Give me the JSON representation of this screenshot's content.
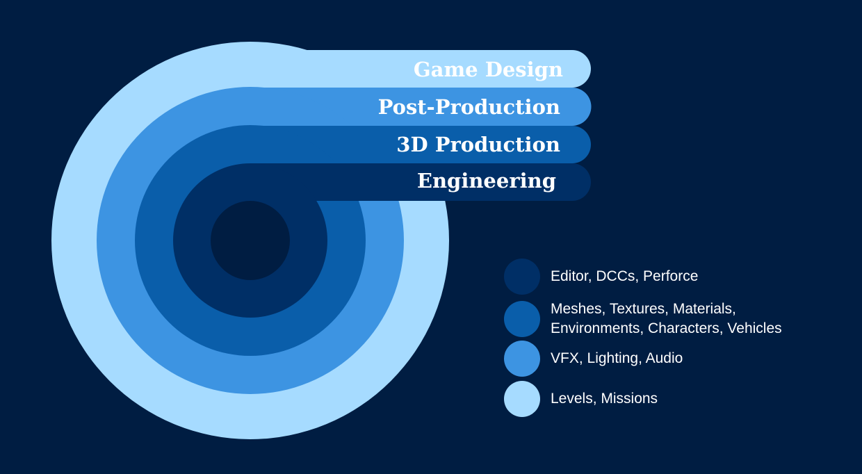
{
  "colors": {
    "background": "#001d42",
    "engineering": "#002f66",
    "production_3d": "#0a5eaa",
    "post_production": "#3d94e2",
    "game_design": "#a6dbff"
  },
  "layers": [
    {
      "id": "game-design",
      "label": "Game Design",
      "color": "#a6dbff"
    },
    {
      "id": "post-production",
      "label": "Post-Production",
      "color": "#3d94e2"
    },
    {
      "id": "3d-production",
      "label": "3D Production",
      "color": "#0a5eaa"
    },
    {
      "id": "engineering",
      "label": "Engineering",
      "color": "#002f66"
    }
  ],
  "legend": [
    {
      "label": "Editor, DCCs, Perforce",
      "color": "#002f66"
    },
    {
      "label": "Meshes, Textures, Materials,\nEnvironments, Characters, Vehicles",
      "color": "#0a5eaa"
    },
    {
      "label": "VFX, Lighting, Audio",
      "color": "#3d94e2"
    },
    {
      "label": "Levels, Missions",
      "color": "#a6dbff"
    }
  ]
}
